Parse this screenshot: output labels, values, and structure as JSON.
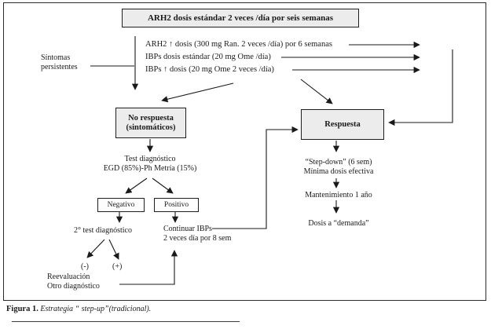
{
  "diagram": {
    "title_box": "ARH2 dosis estándar 2 veces /día por seis semanas",
    "dose_lines": [
      "ARH2 ↑ dosis (300 mg Ran. 2 veces /día) por 6 semanas",
      "IBPs dosis estándar (20 mg Ome /día)",
      "IBPs ↑ dosis (20 mg Ome 2 veces /día)"
    ],
    "symptoms_label": "Síntomas\npersistentes",
    "no_response_box": "No respuesta\n(sintomáticos)",
    "response_box": "Respuesta",
    "diagnostic_test": "Test diagnóstico\nEGD (85%)-Ph Metría (15%)",
    "negative_box": "Negativo",
    "positive_box": "Positivo",
    "second_test": "2° test diagnóstico",
    "continue_ibps": "Continuar IBPs\n2 veces día por 8 sem",
    "minus_label": "(-)",
    "plus_label": "(+)",
    "reevaluation": "Reevaluación\nOtro diagnóstico",
    "step_down": "“Step-down” (6 sem)\nMínima dosis efectiva",
    "maintenance": "Mantenimiento 1 año",
    "on_demand": "Dosis a “demanda”",
    "colors": {
      "box_fill": "#ececec",
      "line": "#1a1a1a"
    }
  },
  "caption": {
    "label": "Figura 1.",
    "text": "Estrategia “ step-up”(tradicional)."
  }
}
